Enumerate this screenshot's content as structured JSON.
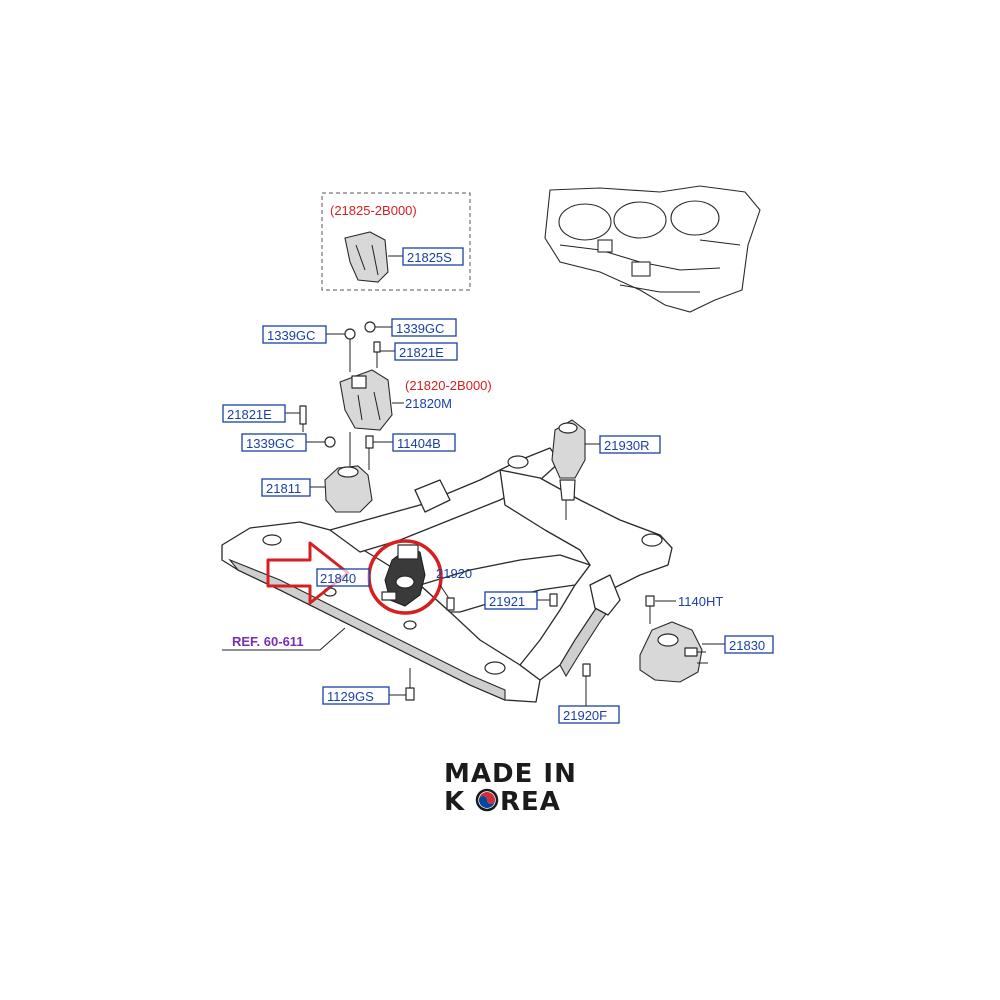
{
  "group_top": {
    "ref_code": "(21825-2B000)",
    "part_label": "21825S"
  },
  "group_mount": {
    "ref_code": "(21820-2B000)",
    "mount_label": "21820M"
  },
  "labels": {
    "bolt_1339gc_left": "1339GC",
    "bolt_1339gc_right": "1339GC",
    "bolt_21821e_right": "21821E",
    "bolt_21821e_left": "21821E",
    "bolt_1339gc_lower": "1339GC",
    "bolt_11404b": "11404B",
    "insulator_21811": "21811",
    "mount_21930r": "21930R",
    "mount_21840": "21840",
    "bolt_21920": "21920",
    "bolt_21921": "21921",
    "bolt_1140ht": "1140HT",
    "mount_21830": "21830",
    "bolt_1129gs": "1129GS",
    "bolt_21920f": "21920F",
    "reference": "REF. 60-611"
  },
  "badge": {
    "line1": "MADE IN",
    "line2_pre": "K",
    "line2_post": "REA",
    "flag_name": "korea-flag-icon"
  },
  "colors": {
    "label_blue": "#1a3fa8",
    "ref_red": "#d42020",
    "highlight_red": "#d42020",
    "reference_purple": "#7a2fb0"
  }
}
